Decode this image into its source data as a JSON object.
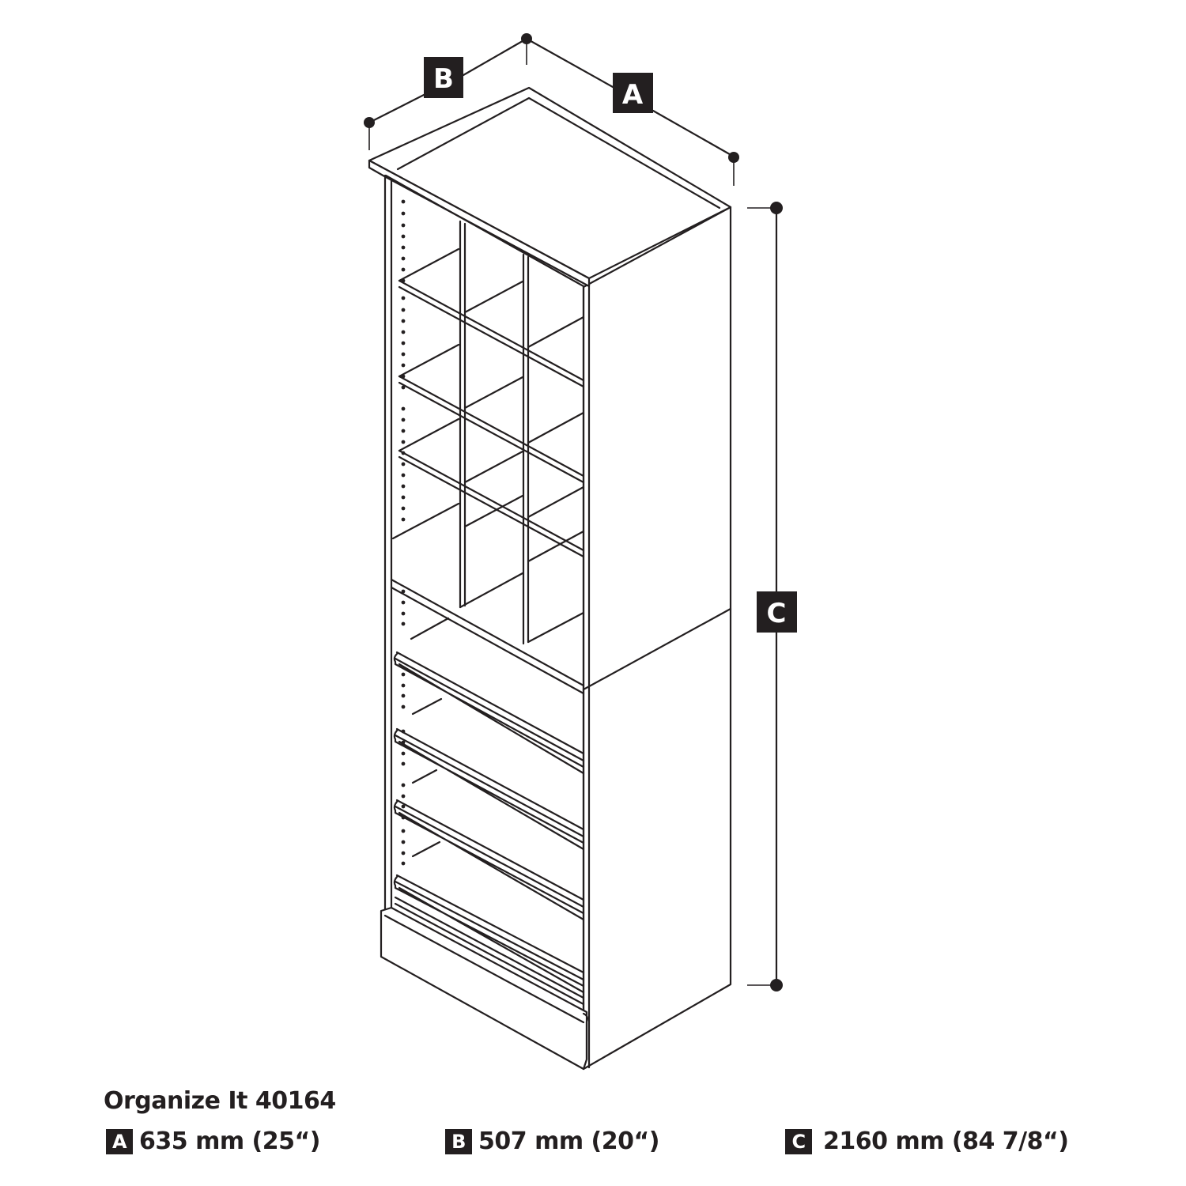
{
  "product": {
    "name": "Organize It 40164"
  },
  "dimension_labels": {
    "A": "A",
    "B": "B",
    "C": "C"
  },
  "specs": [
    {
      "key": "A",
      "label": "A",
      "value": "635 mm (25“)"
    },
    {
      "key": "B",
      "label": "B",
      "value": "507 mm (20“)"
    },
    {
      "key": "C",
      "label": "C",
      "value": "2160 mm (84 7/8“)"
    }
  ],
  "diagram": {
    "subject": "tall storage cabinet with 12-cubby upper section and 4 slanted shoe shelves in lower section",
    "dimension_A_axis": "width",
    "dimension_B_axis": "depth",
    "dimension_C_axis": "height",
    "colors": {
      "line": "#231f20",
      "background": "#ffffff",
      "badge": "#231f20",
      "badge_text": "#ffffff"
    }
  }
}
